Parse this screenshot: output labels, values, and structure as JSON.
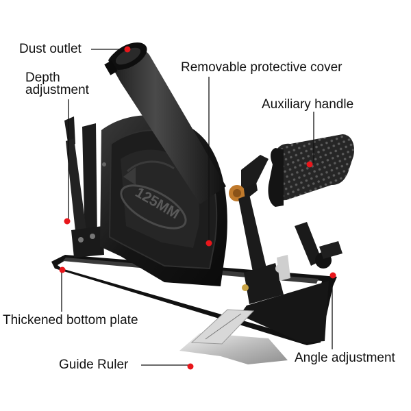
{
  "colors": {
    "background": "#ffffff",
    "label_text": "#111111",
    "leader_line": "#111111",
    "marker": "#e8161b",
    "tool_body": "#1a1a1a",
    "grip": "#3a3a3a",
    "brass_knob": "#c07a2c"
  },
  "callouts": {
    "dust_outlet": "Dust outlet",
    "depth_adjustment": [
      "Depth",
      "adjustment"
    ],
    "removable_protective_cover": "Removable protective cover",
    "auxiliary_handle": "Auxiliary handle",
    "thickened_bottom_plate": "Thickened bottom plate",
    "guide_ruler": "Guide Ruler",
    "angle_adjustment": "Angle adjustment"
  },
  "product": {
    "cover_marking": "125MM"
  }
}
